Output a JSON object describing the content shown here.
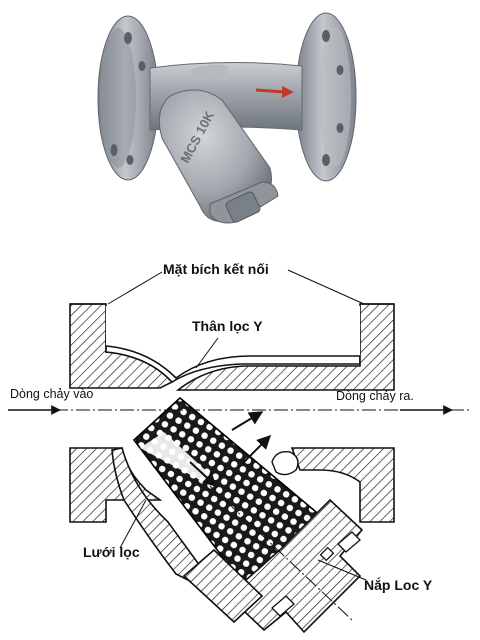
{
  "labels": {
    "flange_face": "Mặt bích kết nối",
    "body": "Thân lọc Y",
    "flow_in": "Dòng chảy vào",
    "flow_out": "Dòng chảy ra.",
    "screen": "Lưới lọc",
    "cap": "Nắp Loc Y"
  },
  "photo": {
    "body_marking": "MCS 10K",
    "colors": {
      "metal": "#9aa0a6",
      "metal_dark": "#6e747b",
      "arrow": "#c0392b"
    }
  },
  "colors": {
    "line": "#111111",
    "hatch": "#222222",
    "screen_dot": "#ffffff"
  }
}
